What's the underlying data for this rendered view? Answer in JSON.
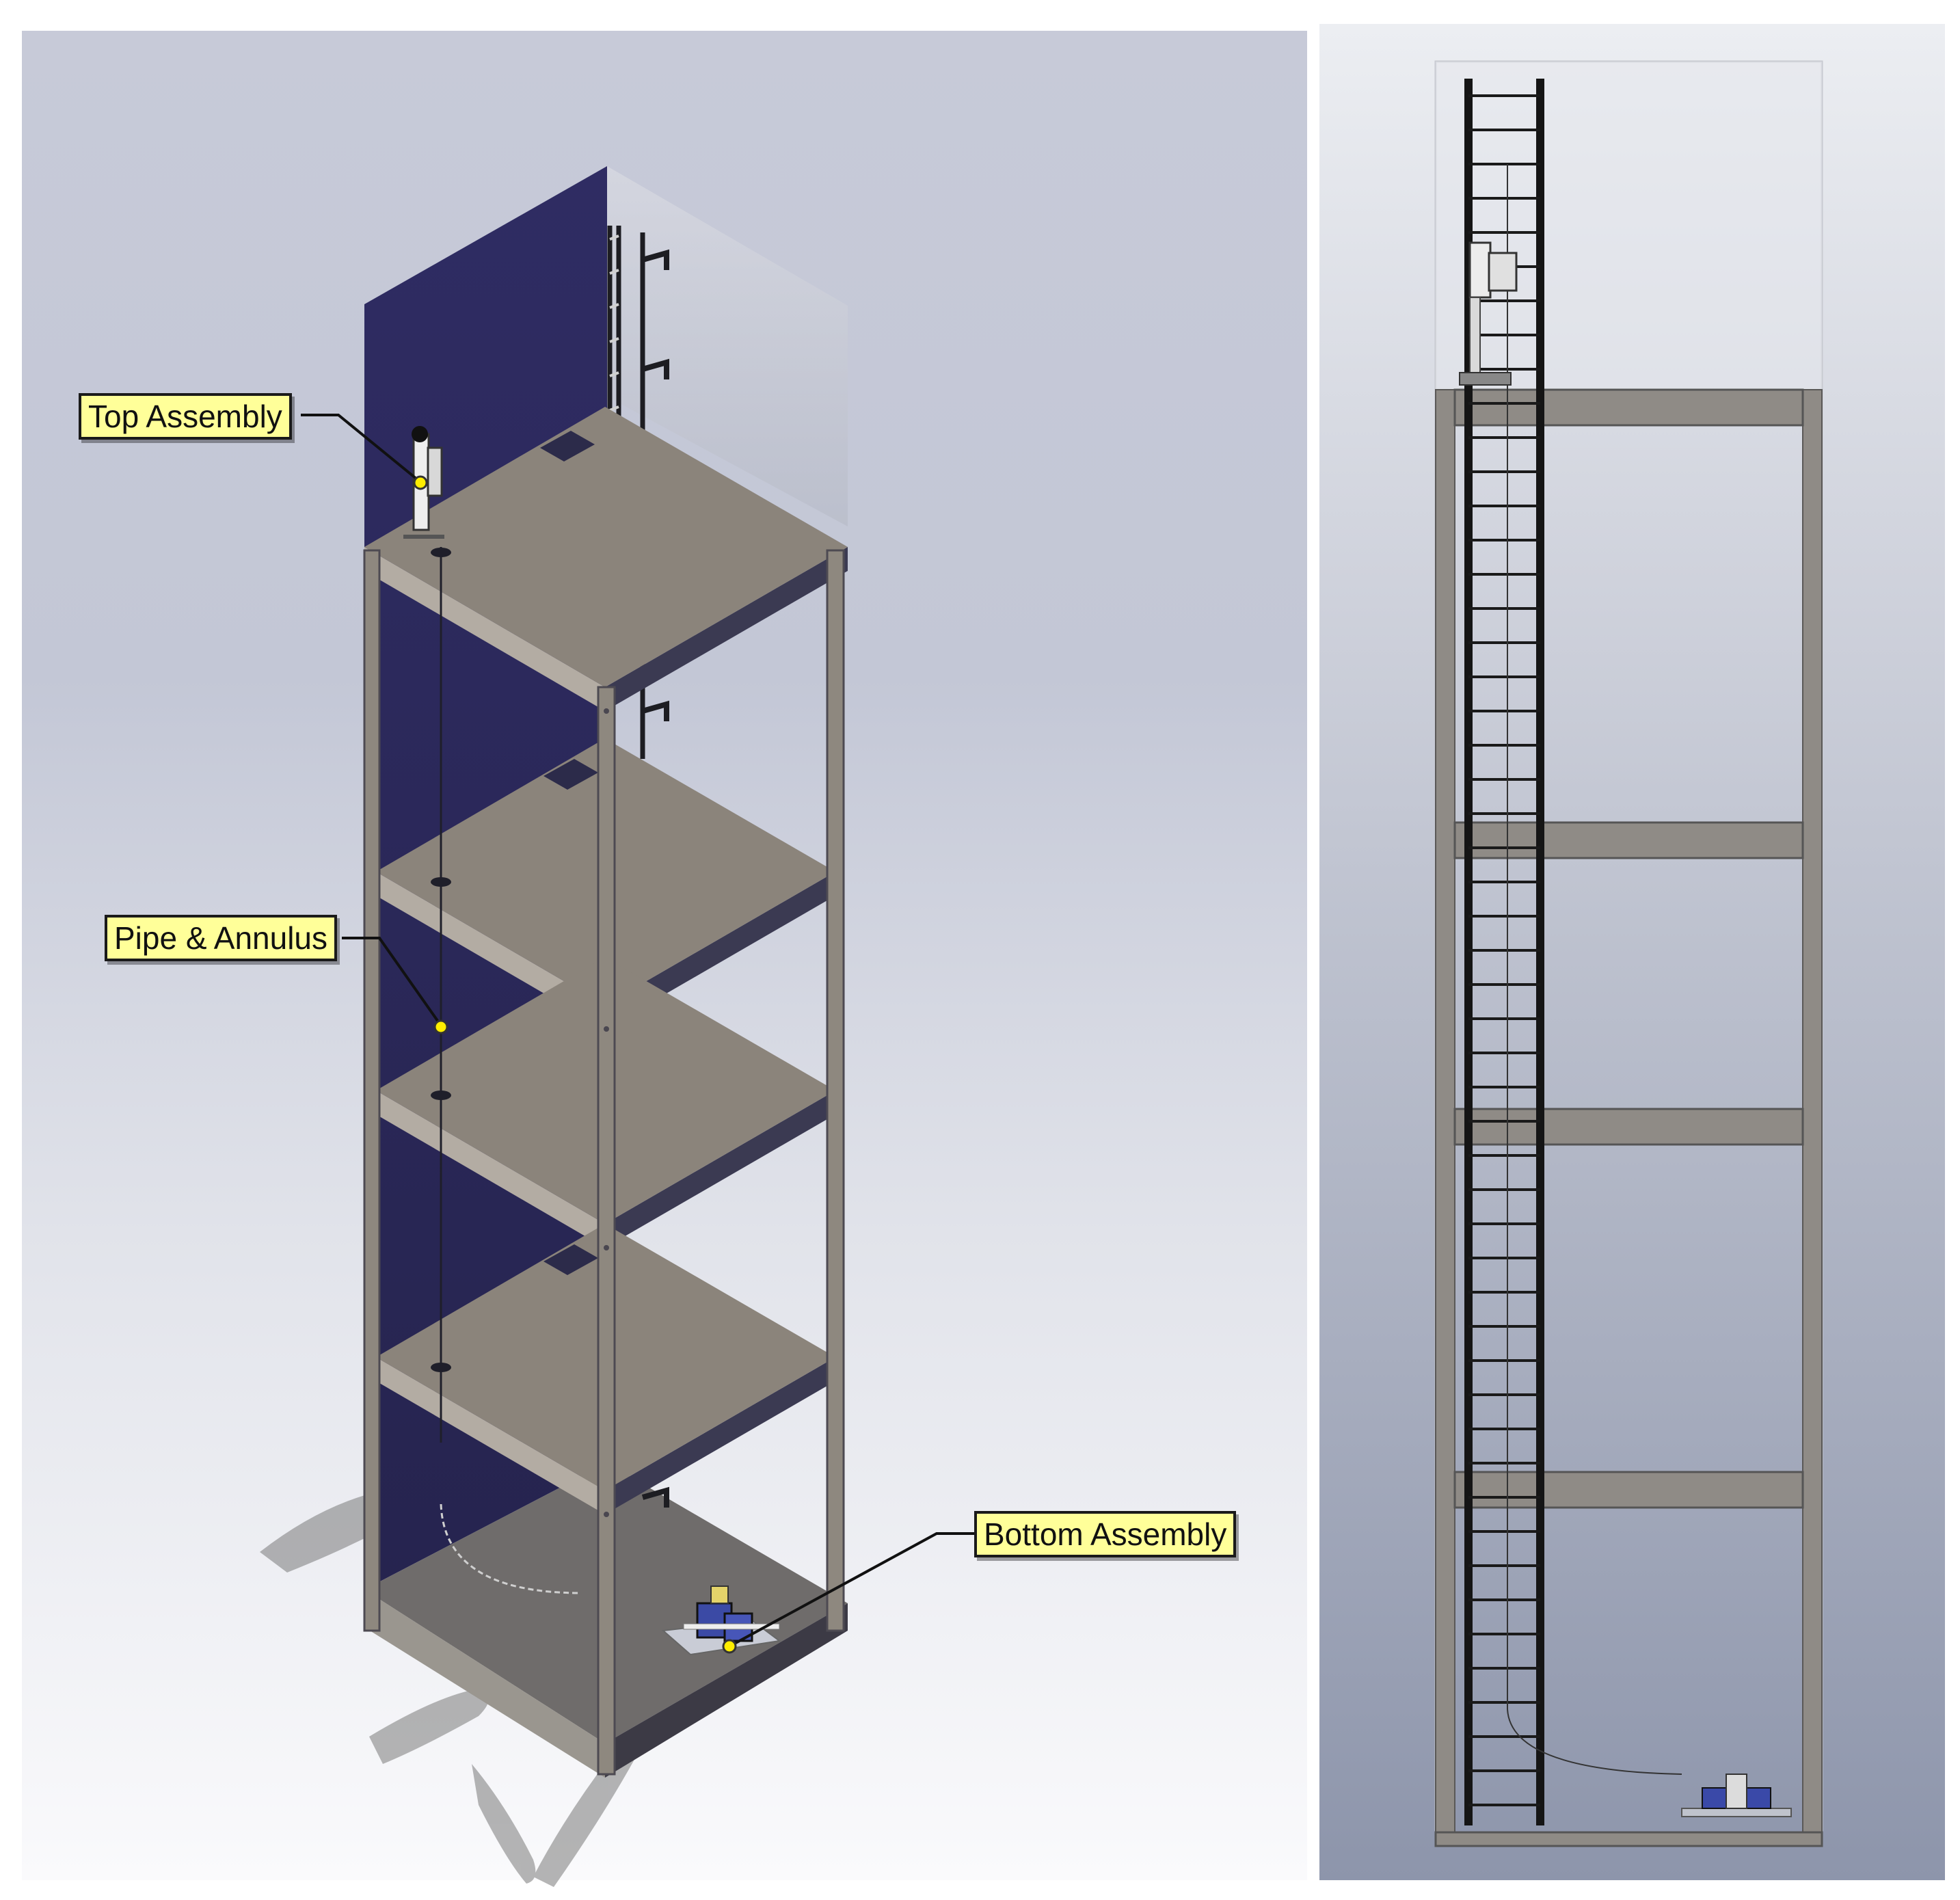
{
  "callouts": {
    "top_assembly": "Top Assembly",
    "pipe_annulus": "Pipe & Annulus",
    "bottom_assembly": "Bottom Assembly"
  },
  "colors": {
    "background_top": "#d6d9e3",
    "background_bottom": "#f2f3f7",
    "right_panel_top": "#dadce4",
    "right_panel_bottom": "#8e96ac",
    "back_wall": "#2e2b5c",
    "deck": "#8a837a",
    "frame": "#97918a",
    "ladder": "#1c1c1c",
    "callout_fill": "#ffff99",
    "callout_dot": "#ffee00"
  },
  "icons": [
    "pipe-icon",
    "bottom-assembly-icon",
    "top-assembly-icon"
  ]
}
